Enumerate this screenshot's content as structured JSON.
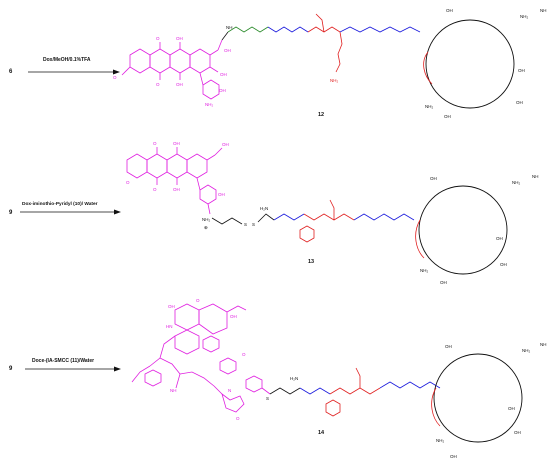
{
  "colors": {
    "dox": "#e020e0",
    "linker_green": "#2a8a2a",
    "peptide_red": "#e02020",
    "spacer_blue": "#1a1adc",
    "cyclic_black": "#111111"
  },
  "reactions": [
    {
      "reactant": "6",
      "conditions": "Dox/MeOH/0.1%TFA",
      "product": "12"
    },
    {
      "reactant": "9",
      "conditions": "Dox-iminothio-Pyridyl (10)/ Water",
      "product": "13"
    },
    {
      "reactant": "9",
      "conditions": "Doce-(IA-SMCC (11)/Water",
      "product": "14"
    }
  ],
  "atoms": {
    "O": "O",
    "OH": "OH",
    "NH": "NH",
    "HN": "HN",
    "NH2": "NH₂",
    "H2N": "H₂N",
    "N": "N",
    "S": "S",
    "OCH3": "O",
    "charge": "⊕"
  }
}
